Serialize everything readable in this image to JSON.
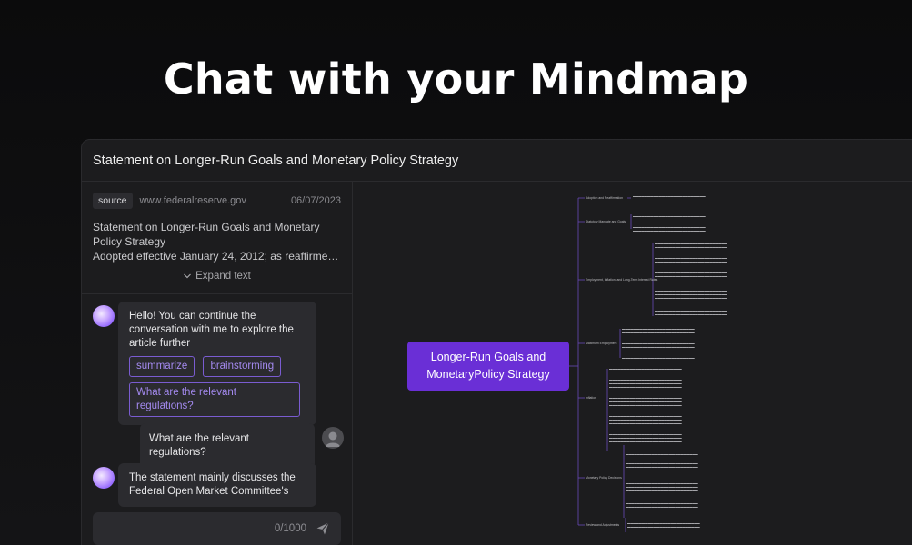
{
  "hero": {
    "title": "Chat with your Mindmap"
  },
  "app": {
    "title": "Statement on Longer-Run Goals and Monetary Policy Strategy"
  },
  "source": {
    "badge": "source",
    "url": "www.federalreserve.gov",
    "date": "06/07/2023",
    "title_line1": "Statement on Longer-Run Goals and Monetary",
    "title_line2": "Policy Strategy",
    "description": "Adopted effective January 24, 2012; as reaffirmed...",
    "expand_label": "Expand text"
  },
  "chat": {
    "bot_greeting_line1": "Hello! You can continue the",
    "bot_greeting_line2": "conversation with me to explore the",
    "bot_greeting_line3": "article further",
    "suggestions": [
      "summarize",
      "brainstorming",
      "What are the relevant regulations?"
    ],
    "user_message": "What are the relevant regulations?",
    "bot_reply_line1": "The statement mainly discusses the",
    "bot_reply_line2": "Federal Open Market Committee's",
    "input_counter": "0/1000"
  },
  "mindmap": {
    "central_line1": "Longer-Run Goals and",
    "central_line2": "MonetaryPolicy Strategy",
    "branches": [
      "Adoption and Reaffirmation",
      "Statutory Mandate and Goals",
      "Employment, Inflation, and Long-Term Interest Rates",
      "Maximum Employment",
      "Inflation",
      "Monetary Policy Decisions",
      "Review and Adjustments"
    ]
  },
  "colors": {
    "accent": "#6a2fd6",
    "chip_border": "#7a5cd1",
    "panel": "#1c1c1e"
  }
}
